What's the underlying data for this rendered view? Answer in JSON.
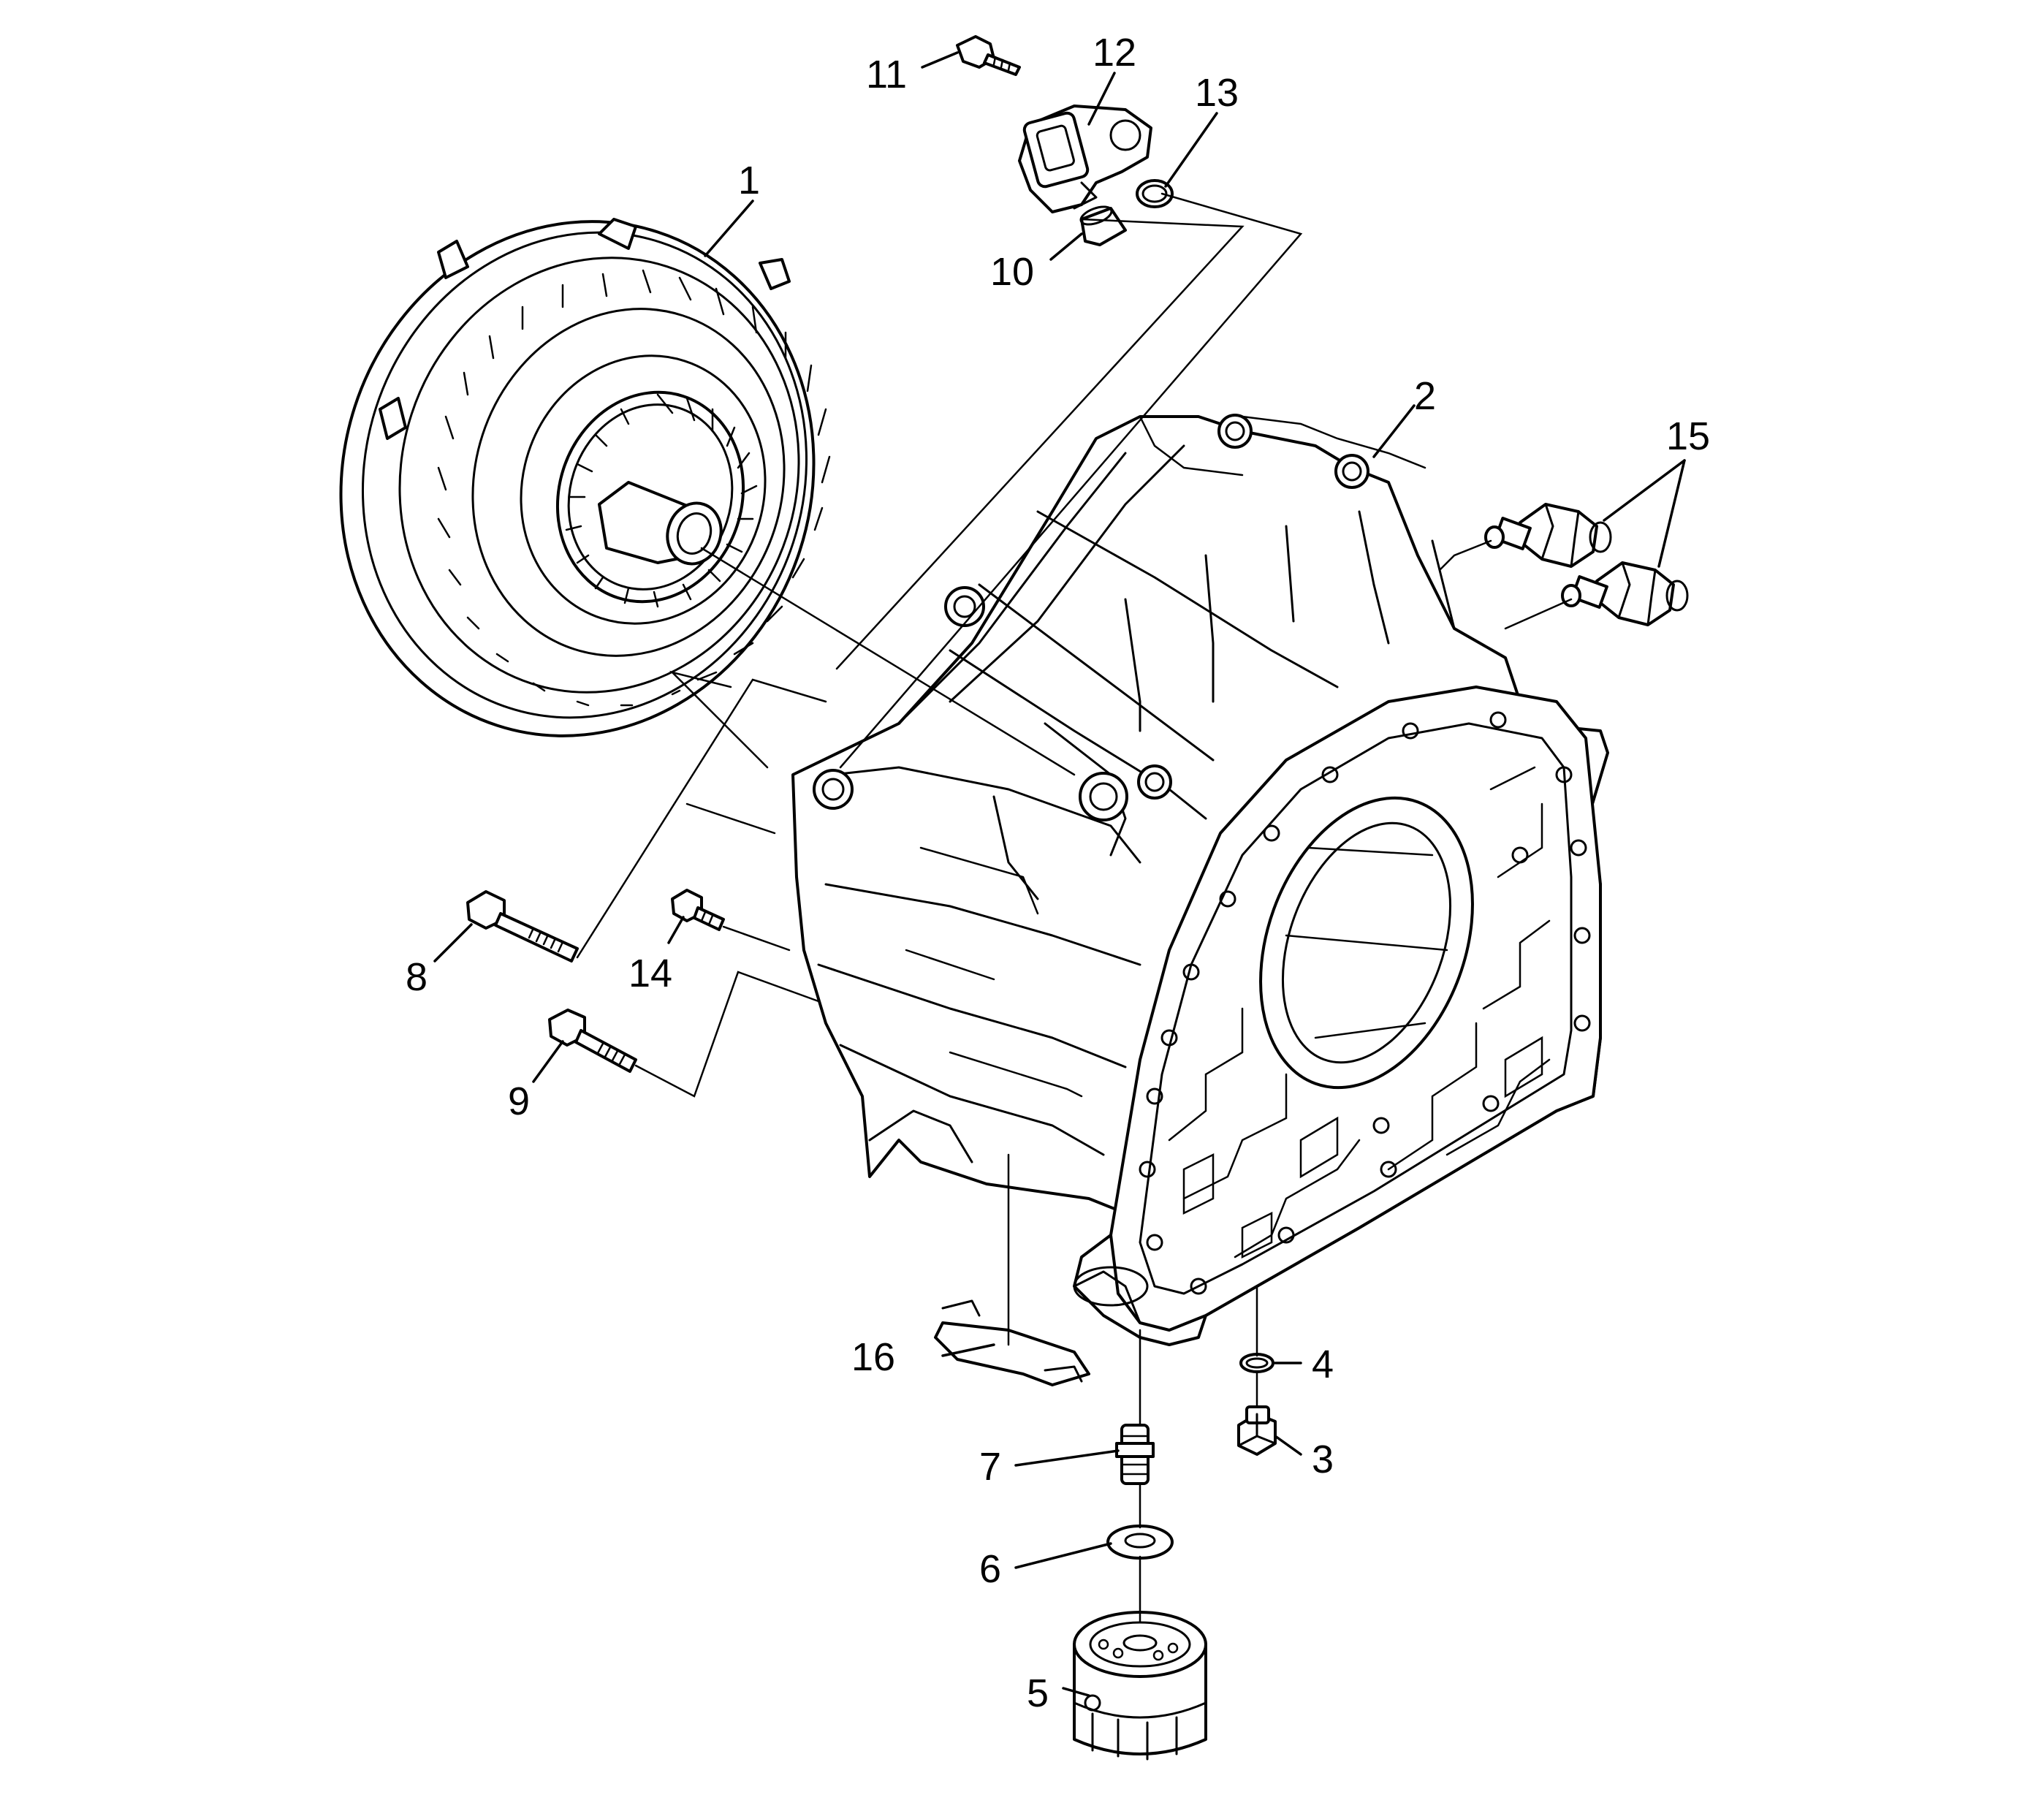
{
  "diagram": {
    "callouts": [
      {
        "id": "1",
        "text": "1"
      },
      {
        "id": "2",
        "text": "2"
      },
      {
        "id": "3",
        "text": "3"
      },
      {
        "id": "4",
        "text": "4"
      },
      {
        "id": "5",
        "text": "5"
      },
      {
        "id": "6",
        "text": "6"
      },
      {
        "id": "7",
        "text": "7"
      },
      {
        "id": "8",
        "text": "8"
      },
      {
        "id": "9",
        "text": "9"
      },
      {
        "id": "10",
        "text": "10"
      },
      {
        "id": "11",
        "text": "11"
      },
      {
        "id": "12",
        "text": "12"
      },
      {
        "id": "13",
        "text": "13"
      },
      {
        "id": "14",
        "text": "14"
      },
      {
        "id": "15",
        "text": "15"
      },
      {
        "id": "16",
        "text": "16"
      }
    ],
    "colors": {
      "line": "#000000",
      "fill": "#ffffff"
    }
  }
}
